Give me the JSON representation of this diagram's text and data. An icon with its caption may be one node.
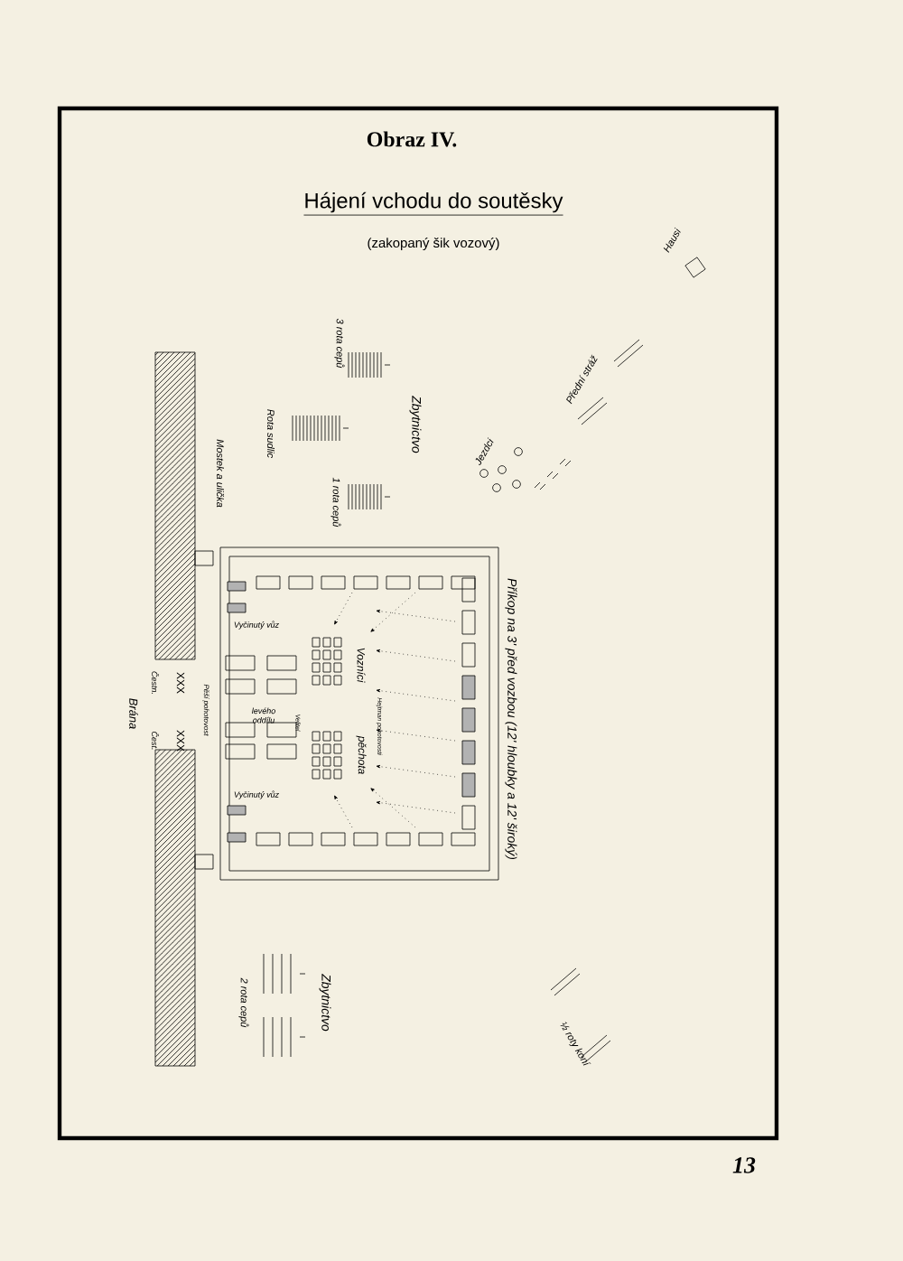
{
  "diagram": {
    "title": "Hájení vchodu do soutěsky",
    "labels": [
      "Obraz IV.",
      "(zakopaný šik vozový)",
      "Hausi",
      "Přední stráž",
      "Jezdci",
      "3 rota cepů",
      "Rota sudlic",
      "Zbytnictvo",
      "1 rota cepů",
      "Mostek a ulička",
      "Příkop na 3' před vozbou (12' hloubky a 12' široký)",
      "Vyčinutý vůz",
      "Vozníci",
      "pěchota",
      "levého oddílu",
      "Velitel",
      "Hejtman pohotovosti",
      "Vyčinutý vůz",
      "Pěší pohotovost",
      "XXX",
      "XXX",
      "Čestn.",
      "Čest.",
      "Brána",
      "Zbytnictvo",
      "2 rota cepů",
      "½ roty koní",
      "13"
    ]
  }
}
